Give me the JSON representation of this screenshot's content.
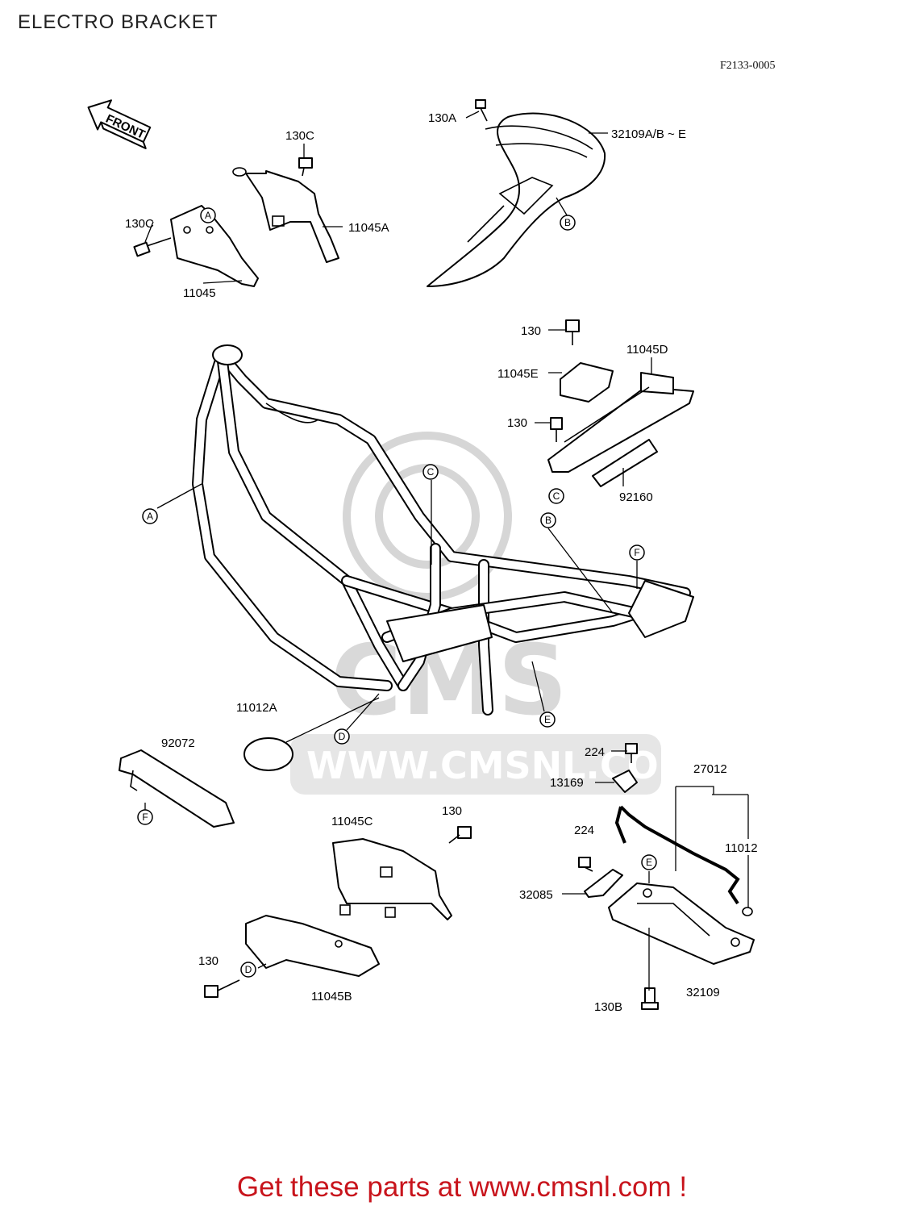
{
  "title": "ELECTRO BRACKET",
  "figure_code": "F2133-0005",
  "front_arrow_label": "FRONT",
  "watermark": {
    "brand": "CMS",
    "url": "WWW.CMSNL.COM"
  },
  "footer_cta": "Get these parts at www.cmsnl.com !",
  "part_labels": {
    "p130A": "130A",
    "p32109ABE": "32109A/B ~ E",
    "p130C_top": "130C",
    "p130C_left": "130C",
    "p11045A": "11045A",
    "p11045": "11045",
    "p130_top": "130",
    "p11045D": "11045D",
    "p11045E": "11045E",
    "p130_mid": "130",
    "p92160": "92160",
    "p11012A": "11012A",
    "p92072": "92072",
    "p224_top": "224",
    "p13169": "13169",
    "p27012": "27012",
    "p130_lower": "130",
    "p11045C": "11045C",
    "p224_low": "224",
    "p11012": "11012",
    "p32085": "32085",
    "p130_bottom": "130",
    "p11045B": "11045B",
    "p32109": "32109",
    "p130B": "130B"
  },
  "reference_markers": {
    "A1": "A",
    "A2": "A",
    "B1": "B",
    "B2": "B",
    "C1": "C",
    "C2": "C",
    "D1": "D",
    "D2": "D",
    "E1": "E",
    "E2": "E",
    "F1": "F",
    "F2": "F"
  }
}
